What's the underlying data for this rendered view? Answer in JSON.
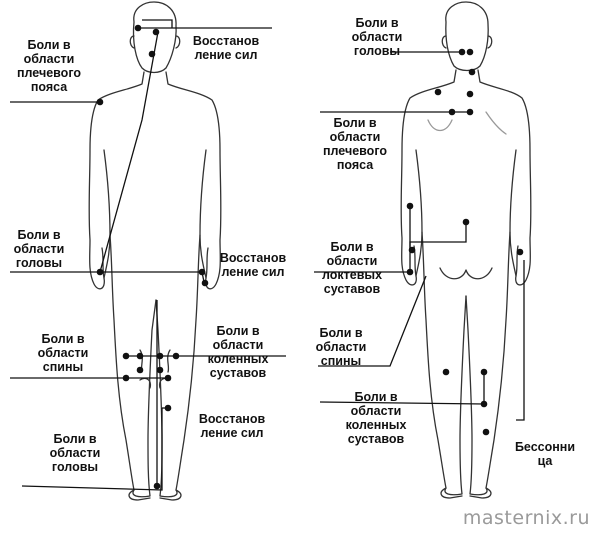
{
  "labels": {
    "front_shoulder": [
      "Боли в",
      "области",
      "плечевого",
      "пояса"
    ],
    "front_restore_top": [
      "Восстанов",
      "ление сил"
    ],
    "front_head_mid": [
      "Боли в",
      "области",
      "головы"
    ],
    "front_restore_mid": [
      "Восстанов",
      "ление сил"
    ],
    "front_back": [
      "Боли в",
      "области",
      "спины"
    ],
    "front_knees": [
      "Боли в",
      "области",
      "коленных",
      "суставов"
    ],
    "front_restore_low": [
      "Восстанов",
      "ление сил"
    ],
    "front_head_low": [
      "Боли в",
      "области",
      "головы"
    ],
    "back_head": [
      "Боли в",
      "области",
      "головы"
    ],
    "back_shoulder": [
      "Боли в",
      "области",
      "плечевого",
      "пояса"
    ],
    "back_elbows": [
      "Боли в",
      "области",
      "локтевых",
      "суставов"
    ],
    "back_back": [
      "Боли в",
      "области",
      "спины"
    ],
    "back_knees": [
      "Боли в",
      "области",
      "коленных",
      "суставов"
    ],
    "back_insomnia": [
      "Бессонни",
      "ца"
    ]
  },
  "watermark": "masternix.ru",
  "colors": {
    "ink": "#111111",
    "outline": "#333333",
    "watermark": "#9a9a9a"
  }
}
